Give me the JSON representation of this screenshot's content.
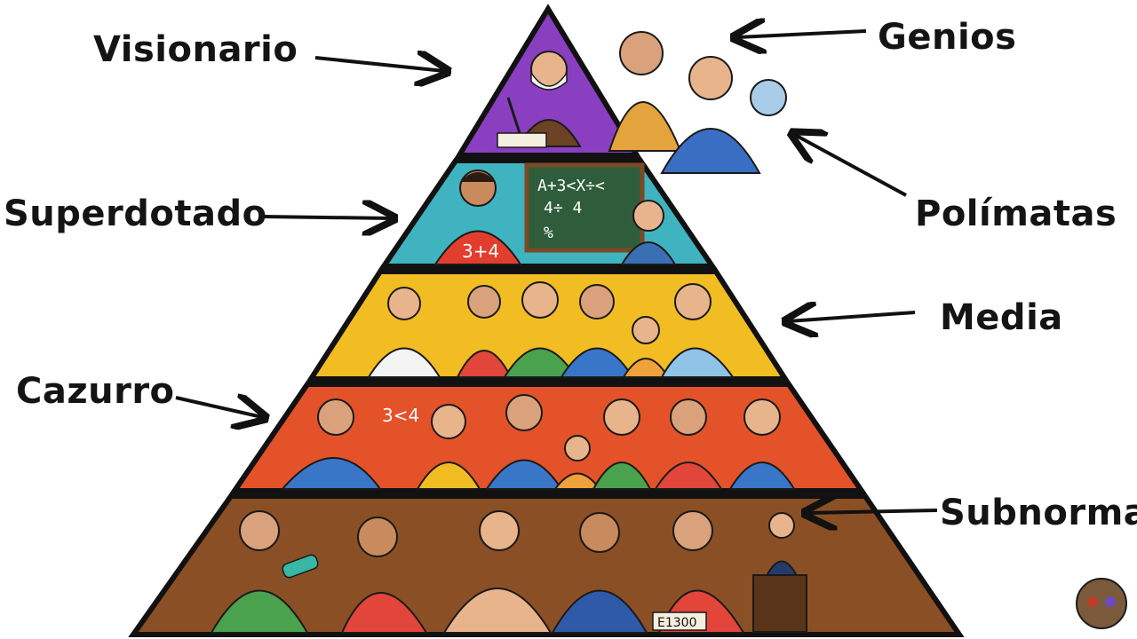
{
  "tiers": [
    {
      "id": "visionario",
      "label": "Visionario",
      "color": "#8a3fc0"
    },
    {
      "id": "superdotado",
      "label": "Superdotado",
      "color": "#3fb3bf"
    },
    {
      "id": "media",
      "label": "Media",
      "color": "#f2bd22"
    },
    {
      "id": "cazurro",
      "label": "Cazurro",
      "color": "#e4522a"
    },
    {
      "id": "subnormal",
      "label": "Subnormal",
      "color": "#8b4f25"
    }
  ],
  "side_labels": {
    "genios": "Genios",
    "polimatas": "Polímatas"
  },
  "chalkboard_text": [
    "A+3<X÷<",
    "4÷ 4",
    "%"
  ],
  "shirt_text_superdotado": "3+4",
  "cazurro_text": "3<4",
  "sign_text": "E1300",
  "colors": {
    "outline": "#111111",
    "skin": "#e8b48c",
    "hair": "#3b2a1e"
  }
}
